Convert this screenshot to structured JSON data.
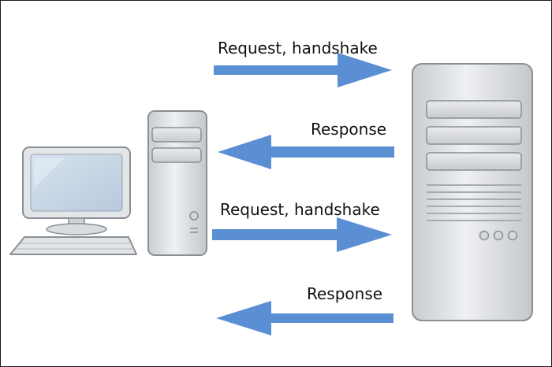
{
  "labels": {
    "request_1": "Request, handshake",
    "response_1": "Response",
    "request_2": "Request, handshake",
    "response_2": "Response"
  },
  "colors": {
    "arrow": "#5b8fd4",
    "case_fill": "#dfe2e5",
    "case_outline": "#8a8f95",
    "screen": "#c8d6e6"
  },
  "icons": [
    "desktop-computer-icon",
    "client-tower-icon",
    "server-tower-icon"
  ]
}
